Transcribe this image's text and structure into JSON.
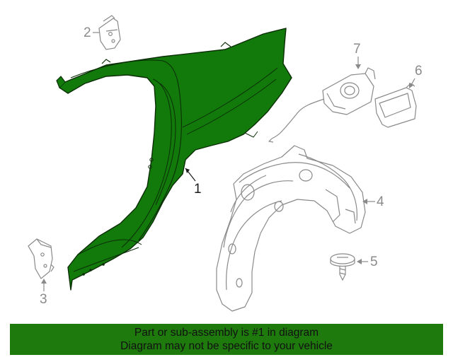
{
  "diagram": {
    "callouts": {
      "part1": "1",
      "part2": "2",
      "part3": "3",
      "part4": "4",
      "part5": "5",
      "part6": "6",
      "part7": "7"
    },
    "highlight_color": "#127a0b",
    "line_color": "#8a8a8a"
  },
  "banner": {
    "line1": "Part or sub-assembly is #1 in diagram",
    "line2": "Diagram may not be specific to your vehicle",
    "color": "#1f7a0e"
  }
}
